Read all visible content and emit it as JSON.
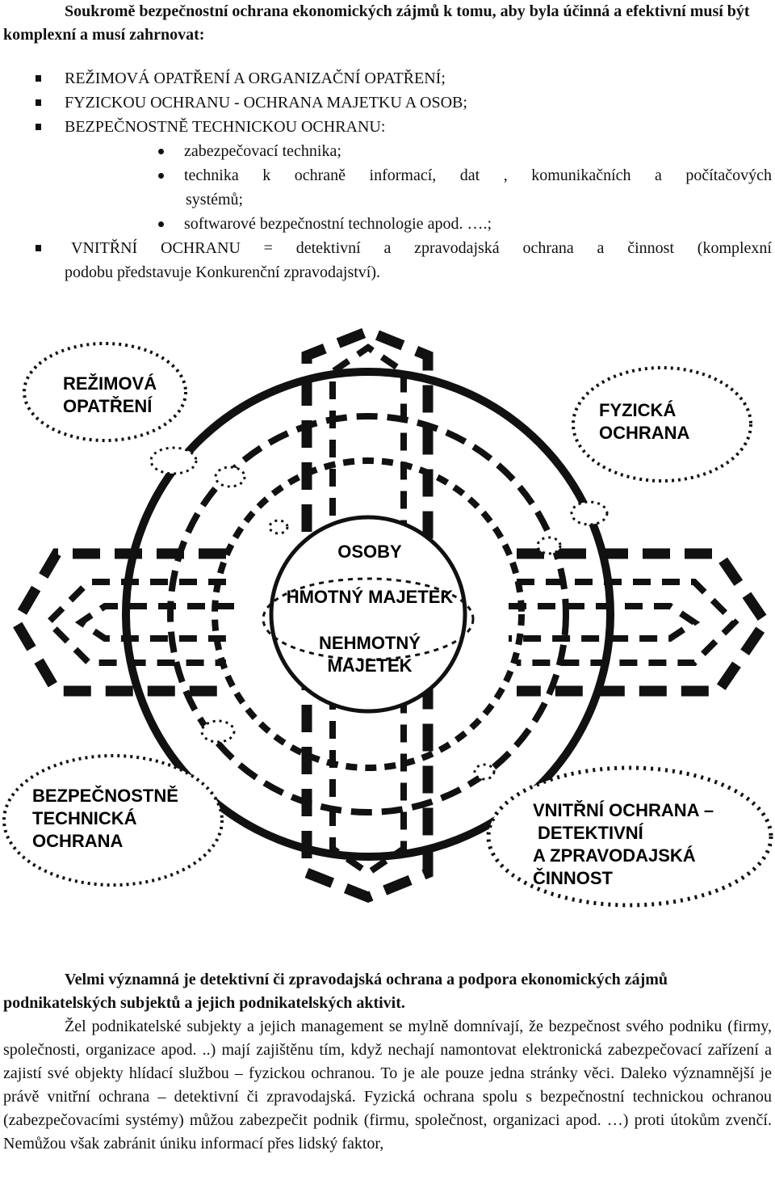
{
  "intro": "Soukromě bezpečnostní ochrana ekonomických zájmů k tomu, aby byla účinná a efektivní musí být komplexní a musí zahrnovat:",
  "list": {
    "item1": "REŽIMOVÁ OPATŘENÍ A ORGANIZAČNÍ OPATŘENÍ;",
    "item2": "FYZICKOU OCHRANU - OCHRANA MAJETKU A OSOB;",
    "item3": "BEZPEČNOSTNĚ TECHNICKOU OCHRANU:",
    "sub1": "zabezpečovací technika;",
    "sub2_line1": "technika k ochraně informací, dat , komunikačních a počítačových",
    "sub2_line2": "systémů;",
    "sub3": "softwarové bezpečnostní technologie apod. ….;",
    "item4_line1": "VNITŘNÍ OCHRANU = detektivní a zpravodajská ochrana a činnost (komplexní",
    "item4_line2": "podobu představuje Konkurenční zpravodajství)."
  },
  "diagram": {
    "cloud_top_left": [
      "REŽIMOVÁ",
      "OPATŘENÍ"
    ],
    "cloud_top_right": [
      "FYZICKÁ",
      "OCHRANA"
    ],
    "cloud_bottom_left": [
      "BEZPEČNOSTNĚ",
      "TECHNICKÁ",
      "OCHRANA"
    ],
    "cloud_bottom_right": [
      "VNITŘNÍ OCHRANA –",
      "DETEKTIVNÍ",
      "A ZPRAVODAJSKÁ",
      "ČINNOST"
    ],
    "center": [
      "OSOBY",
      "HMOTNÝ MAJETEK",
      "NEHMOTNÝ",
      "MAJETEK"
    ]
  },
  "bottom": {
    "bold_paragraph": "Velmi významná je detektivní či zpravodajská ochrana a podpora ekonomických zájmů podnikatelských subjektů a jejich podnikatelských aktivit.",
    "paragraph": "Žel podnikatelské subjekty a jejich management se mylně domnívají, že bezpečnost svého podniku (firmy, společnosti, organizace apod. ..) mají zajištěnu tím, když nechají namontovat elektronická zabezpečovací zařízení a zajistí své objekty hlídací službou – fyzickou ochranou. To je ale pouze jedna stránky věci. Daleko významnější je právě vnitřní ochrana – detektivní či zpravodajská. Fyzická ochrana spolu s bezpečnostní technickou ochranou (zabezpečovacími systémy) můžou zabezpečit podnik (firmu, společnost, organizaci apod. …) proti útokům zvenčí. Nemůžou však zabránit úniku informací přes lidský faktor,"
  }
}
